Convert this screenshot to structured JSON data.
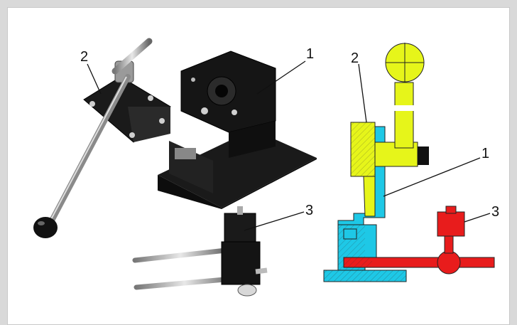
{
  "photo": {
    "labels": {
      "die_set": "1",
      "lever_press": "2",
      "length_stop": "3"
    }
  },
  "drawing": {
    "labels": {
      "die_set": "1",
      "lever_press": "2",
      "length_stop": "3"
    },
    "colors": {
      "press": "#e6f51a",
      "base": "#1ec8e6",
      "stop": "#e81c1c",
      "outline": "#222222"
    }
  }
}
